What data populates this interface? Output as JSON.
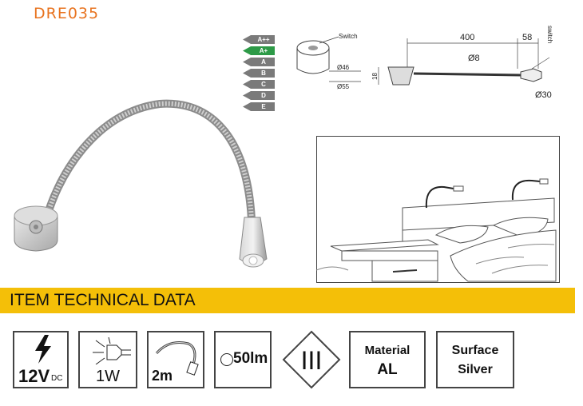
{
  "model": "DRE035",
  "energy_classes": [
    {
      "label": "A++",
      "color": "#7a7a7a"
    },
    {
      "label": "A+",
      "color": "#2d9a47"
    },
    {
      "label": "A",
      "color": "#7a7a7a"
    },
    {
      "label": "B",
      "color": "#7a7a7a"
    },
    {
      "label": "C",
      "color": "#7a7a7a"
    },
    {
      "label": "D",
      "color": "#7a7a7a"
    },
    {
      "label": "E",
      "color": "#7a7a7a"
    }
  ],
  "diagram_base": {
    "switch_label": "Switch",
    "dia_inner": "Ø46",
    "dia_outer": "Ø55"
  },
  "diagram_side": {
    "length_main": "400",
    "length_end": "58",
    "arm_dia": "Ø8",
    "height": "18",
    "head_dia": "Ø30",
    "switch_label": "switch"
  },
  "banner": {
    "title": "ITEM TECHNICAL DATA"
  },
  "specs": {
    "voltage_value": "12V",
    "voltage_unit": "DC",
    "power": "1W",
    "cable": "2m",
    "lumen": "50lm",
    "protection_class": "III",
    "material_label": "Material",
    "material_value": "AL",
    "surface_label": "Surface",
    "surface_value": "Silver"
  },
  "colors": {
    "brand": "#e8731f",
    "banner": "#f4bf08"
  }
}
